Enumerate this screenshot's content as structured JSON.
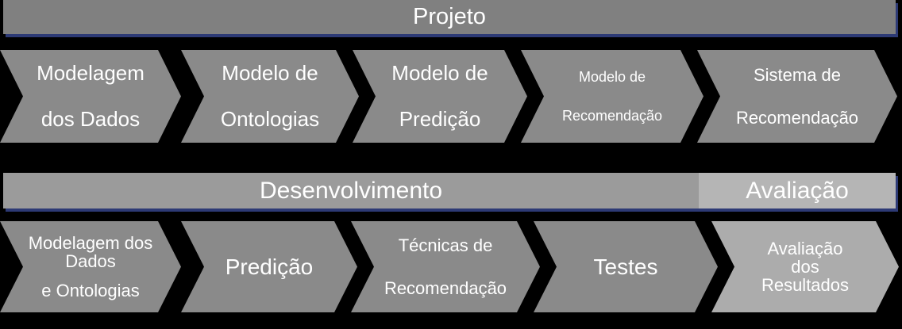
{
  "diagram": {
    "title_bar": {
      "label": "Projeto"
    },
    "top_phases": [
      {
        "name": "modelagem-dos-dados",
        "line1": "Modelagem",
        "line2": "dos Dados"
      },
      {
        "name": "modelo-de-ontologias",
        "line1": "Modelo de",
        "line2": "Ontologias"
      },
      {
        "name": "modelo-de-predicao",
        "line1": "Modelo de",
        "line2": "Predição"
      },
      {
        "name": "modelo-de-recomendacao",
        "line1": "Modelo de",
        "line2": "Recomendação"
      },
      {
        "name": "sistema-de-recomendacao",
        "line1": "Sistema de",
        "line2": "Recomendação"
      }
    ],
    "middle_bar": {
      "development_label": "Desenvolvimento",
      "evaluation_label": "Avaliação"
    },
    "bottom_phases": [
      {
        "name": "modelagem-dados-ontologias",
        "line1": "Modelagem dos",
        "line2": "Dados",
        "line3": "e Ontologias"
      },
      {
        "name": "predicao",
        "line1": "Predição"
      },
      {
        "name": "tecnicas-de-recomendacao",
        "line1": "Técnicas de",
        "line2": "Recomendação"
      },
      {
        "name": "testes",
        "line1": "Testes"
      },
      {
        "name": "avaliacao-dos-resultados",
        "line1": "Avaliação",
        "line2": "dos",
        "line3": "Resultados"
      }
    ],
    "colors": {
      "background": "#000000",
      "chevron_fill": "#8a8a8a",
      "chevron_fill_light": "#acacac",
      "bar_fill": "#808080",
      "bar_fill_dev": "#9b9b9b",
      "bar_fill_eval": "#b5b5b5",
      "shadow": "#2d3a75",
      "text": "#ffffff"
    }
  }
}
